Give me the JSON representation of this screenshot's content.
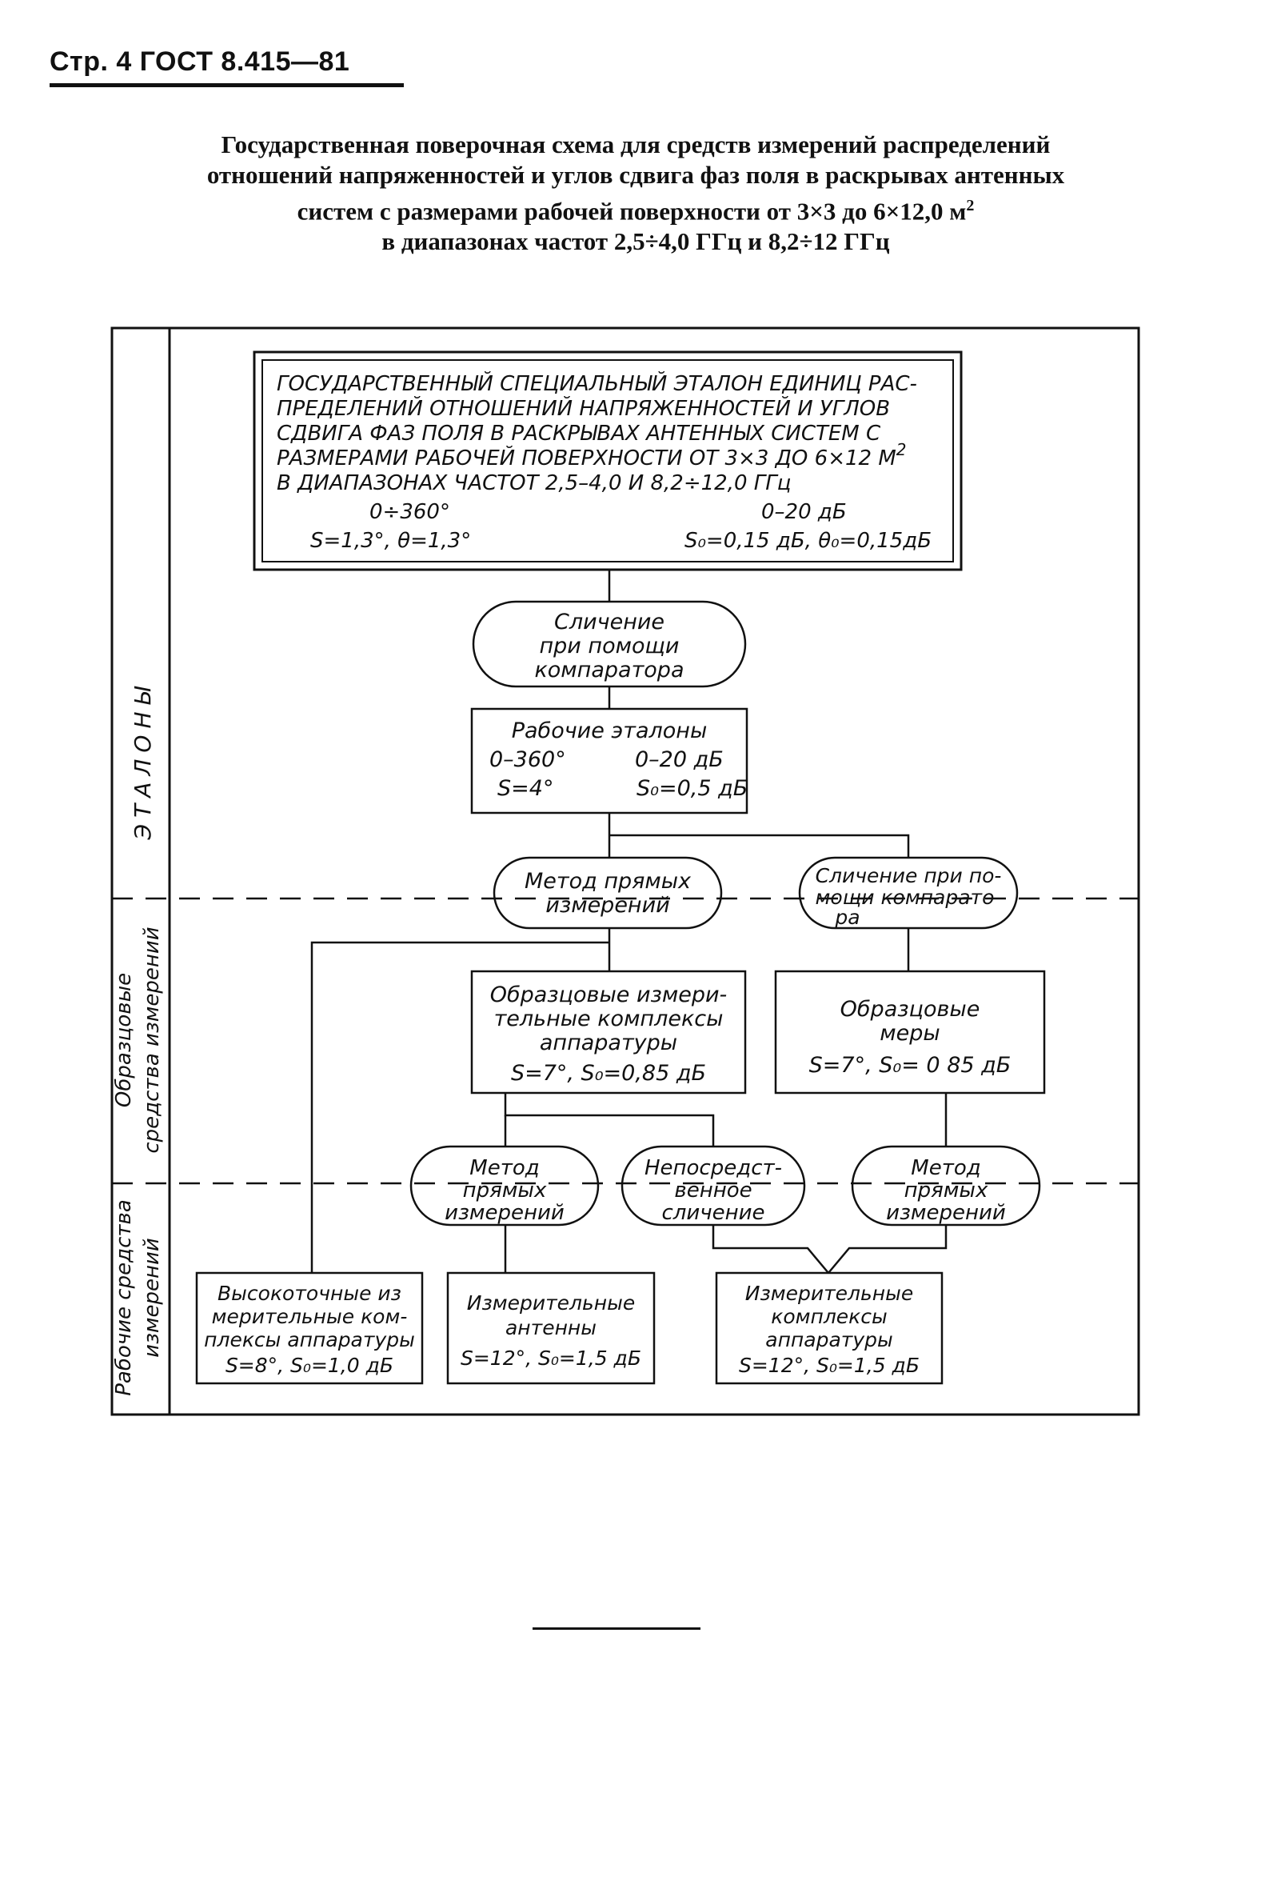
{
  "header": {
    "page_label": "Стр. 4 ГОСТ 8.415—81"
  },
  "title": {
    "lines": [
      "Государственная поверочная схема для средств измерений распределений",
      "отношений напряженностей и углов сдвига фаз поля в раскрывах антенных",
      "систем с размерами рабочей поверхности от 3×3 до 6×12,0 м",
      "в диапазонах частот 2,5÷4,0 ГГц и 8,2÷12 ГГц"
    ],
    "superscript": "2"
  },
  "diagram": {
    "sections": {
      "standards": "ЭТАЛОНЫ",
      "reference": [
        "Образцовые",
        "средства измерений"
      ],
      "working": [
        "Рабочие средства",
        "измерений"
      ]
    },
    "state_standard": {
      "lines": [
        "ГОСУДАРСТВЕННЫЙ СПЕЦИАЛЬНЫЙ ЭТАЛОН ЕДИНИЦ РАС-",
        "ПРЕДЕЛЕНИЙ ОТНОШЕНИЙ НАПРЯЖЕННОСТЕЙ И УГЛОВ",
        "СДВИГА ФАЗ ПОЛЯ В РАСКРЫВАХ АНТЕННЫХ СИСТЕМ С",
        "РАЗМЕРАМИ РАБОЧЕЙ ПОВЕРХНОСТИ ОТ 3×3 ДО 6×12 М",
        "В ДИАПАЗОНАХ ЧАСТОТ 2,5–4,0 И 8,2÷12,0 ГГц"
      ],
      "superscript": "2",
      "range_phase": "0÷360°",
      "range_amp": "0–20 дБ",
      "accuracy_phase": "S=1,3°,  θ=1,3°",
      "accuracy_amp": "S₀=0,15 дБ,  θ₀=0,15дБ"
    },
    "comparison_1": [
      "Сличение",
      "при помощи",
      "компаратора"
    ],
    "working_standards": {
      "title": "Рабочие эталоны",
      "range_phase": "0–360°",
      "range_amp": "0–20 дБ",
      "acc_phase": "S=4°",
      "acc_amp": "S₀=0,5 дБ"
    },
    "direct_method_1": [
      "Метод прямых",
      "измерений"
    ],
    "comparison_2": [
      "Сличение при по-",
      "мощи компарато-",
      "ра"
    ],
    "ref_complexes": {
      "lines": [
        "Образцовые измери-",
        "тельные комплексы",
        "аппаратуры"
      ],
      "acc": "S=7°,   S₀=0,85 дБ"
    },
    "ref_measures": {
      "lines": [
        "Образцовые",
        "меры"
      ],
      "acc": "S=7°,   S₀= 0 85 дБ"
    },
    "direct_method_2": [
      "Метод",
      "прямых",
      "измерений"
    ],
    "direct_comparison": [
      "Непосредст-",
      "венное",
      "сличение"
    ],
    "direct_method_3": [
      "Метод",
      "прямых",
      "измерений"
    ],
    "hp_complexes": {
      "lines": [
        "Высокоточные из",
        "мерительные ком-",
        "плексы аппаратуры"
      ],
      "acc": "S=8°,  S₀=1,0 дБ"
    },
    "antennas": {
      "lines": [
        "Измерительные",
        "антенны"
      ],
      "acc": "S=12°,  S₀=1,5 дБ"
    },
    "work_complexes": {
      "lines": [
        "Измерительные",
        "комплексы",
        "аппаратуры"
      ],
      "acc": "S=12°,  S₀=1,5 дБ"
    }
  }
}
